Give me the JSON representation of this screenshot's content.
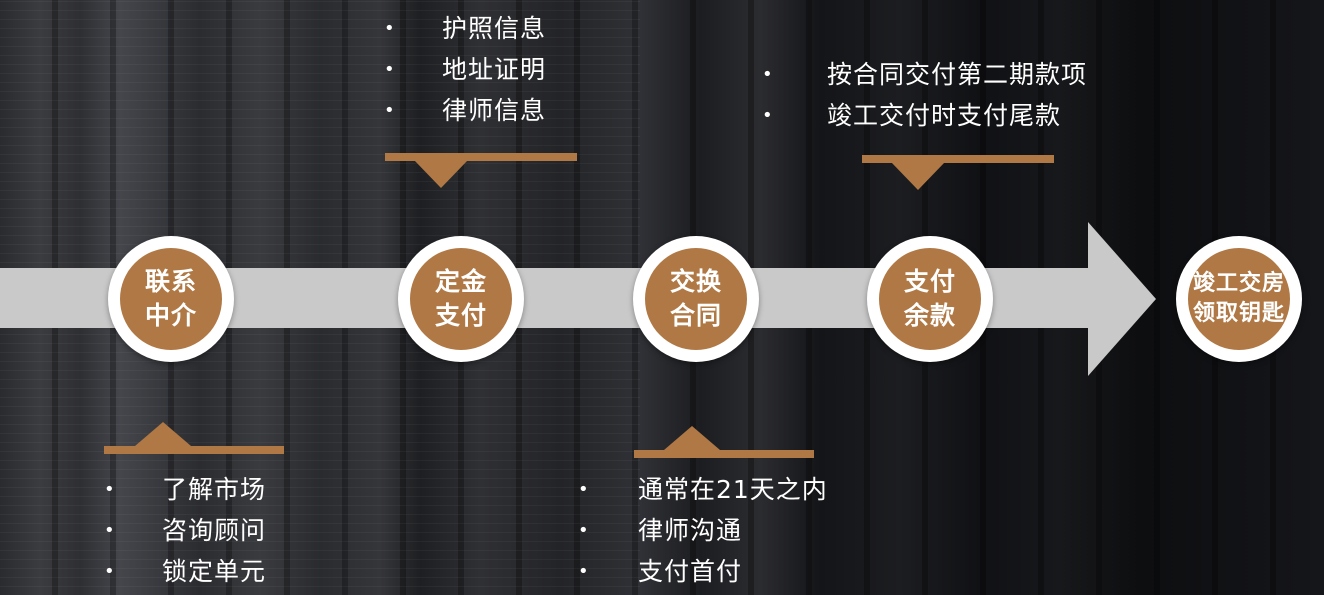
{
  "steps": [
    {
      "line1": "联系",
      "line2": "中介"
    },
    {
      "line1": "定金",
      "line2": "支付"
    },
    {
      "line1": "交换",
      "line2": "合同"
    },
    {
      "line1": "支付",
      "line2": "余款"
    },
    {
      "line1": "竣工交房",
      "line2": "领取钥匙"
    }
  ],
  "bullet_symbol": "•",
  "lists": {
    "step1_below": [
      "了解市场",
      "咨询顾问",
      "锁定单元"
    ],
    "step2_above": [
      "护照信息",
      "地址证明",
      "律师信息"
    ],
    "step3_below": [
      "通常在21天之内",
      "律师沟通",
      "支付首付"
    ],
    "step4_above": [
      "按合同交付第二期款项",
      "竣工交付时支付尾款"
    ]
  },
  "colors": {
    "accent": "#b07844",
    "arrow": "#c9c9c9",
    "circle_ring": "#ffffff",
    "text": "#ffffff"
  }
}
